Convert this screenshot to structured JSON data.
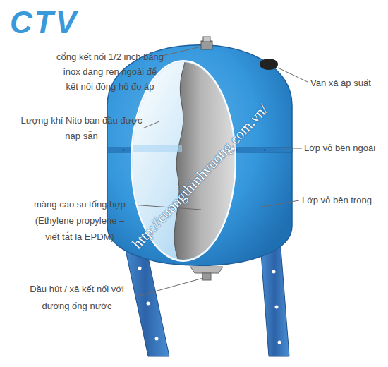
{
  "diagram": {
    "labels": [
      "CTV",
      "cổng kết nối 1/2 inch bằng inox dạng ren ngoài để kết nối đồng hồ đo áp",
      "Van xả áp suất",
      "Lượng khí Nito ban đầu được nạp sẵn",
      "Lớp vỏ bên ngoài",
      "màng cao su tổng hợp (Ethylene propylene – viết tắt là EPDM)",
      "Lớp vỏ bên trong",
      "Đầu hút / xả kết nối với đường ống nước",
      "http://cuongthinhvuong.com.vn/"
    ]
  }
}
